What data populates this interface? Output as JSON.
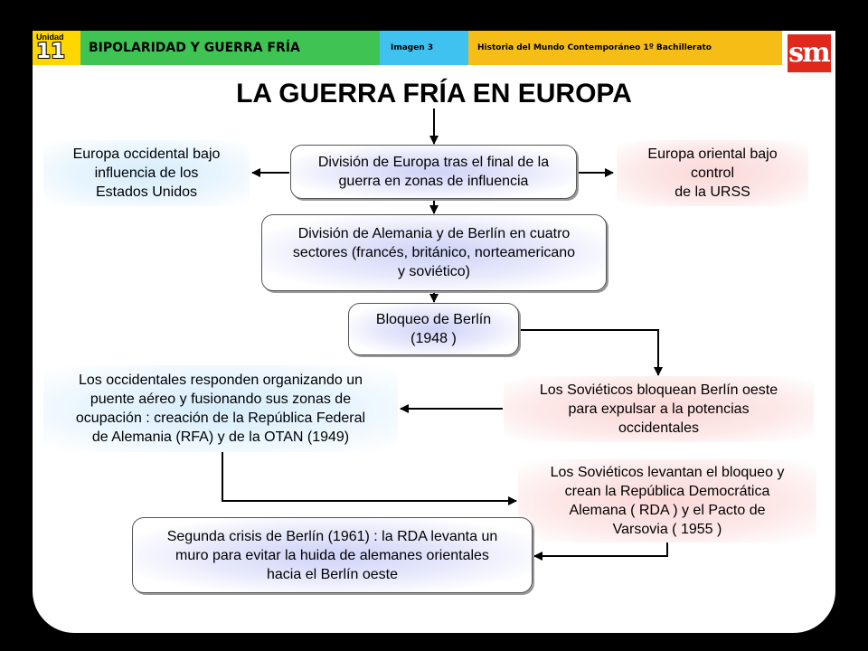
{
  "header": {
    "unit_label": "Unidad",
    "unit_number": "11",
    "topic": "BIPOLARIDAD Y GUERRA FRÍA",
    "image_tag": "Imagen 3",
    "course": "Historia del Mundo Contemporáneo 1º Bachillerato",
    "logo": "sm"
  },
  "title": "LA GUERRA FRÍA EN EUROPA",
  "boxes": {
    "west_europe": "Europa occidental bajo\ninfluencia de los\nEstados Unidos",
    "division_europe": "División de Europa tras el final de la\nguerra en zonas de influencia",
    "east_europe": "Europa oriental bajo\ncontrol\nde la URSS",
    "division_germany": "División de Alemania y de Berlín en cuatro\nsectores (francés, británico, norteamericano\ny soviético)",
    "berlin_blockade": "Bloqueo de Berlín\n(1948 )",
    "soviet_block": "Los Soviéticos bloquean Berlín oeste\npara expulsar a la potencias\noccidentales",
    "western_response": "Los occidentales responden organizando un\npuente aéreo y fusionando sus zonas de\nocupación : creación de la República Federal\nde Alemania  (RFA) y de la OTAN (1949)",
    "soviet_lift": "Los Soviéticos levantan el bloqueo y\ncrean la República Democrática\nAlemana ( RDA ) y el Pacto de\nVarsovia ( 1955 )",
    "second_crisis": "Segunda crisis de Berlín (1961) : la RDA levanta un\nmuro para evitar la huida de alemanes orientales\nhacia el Berlín oeste"
  }
}
